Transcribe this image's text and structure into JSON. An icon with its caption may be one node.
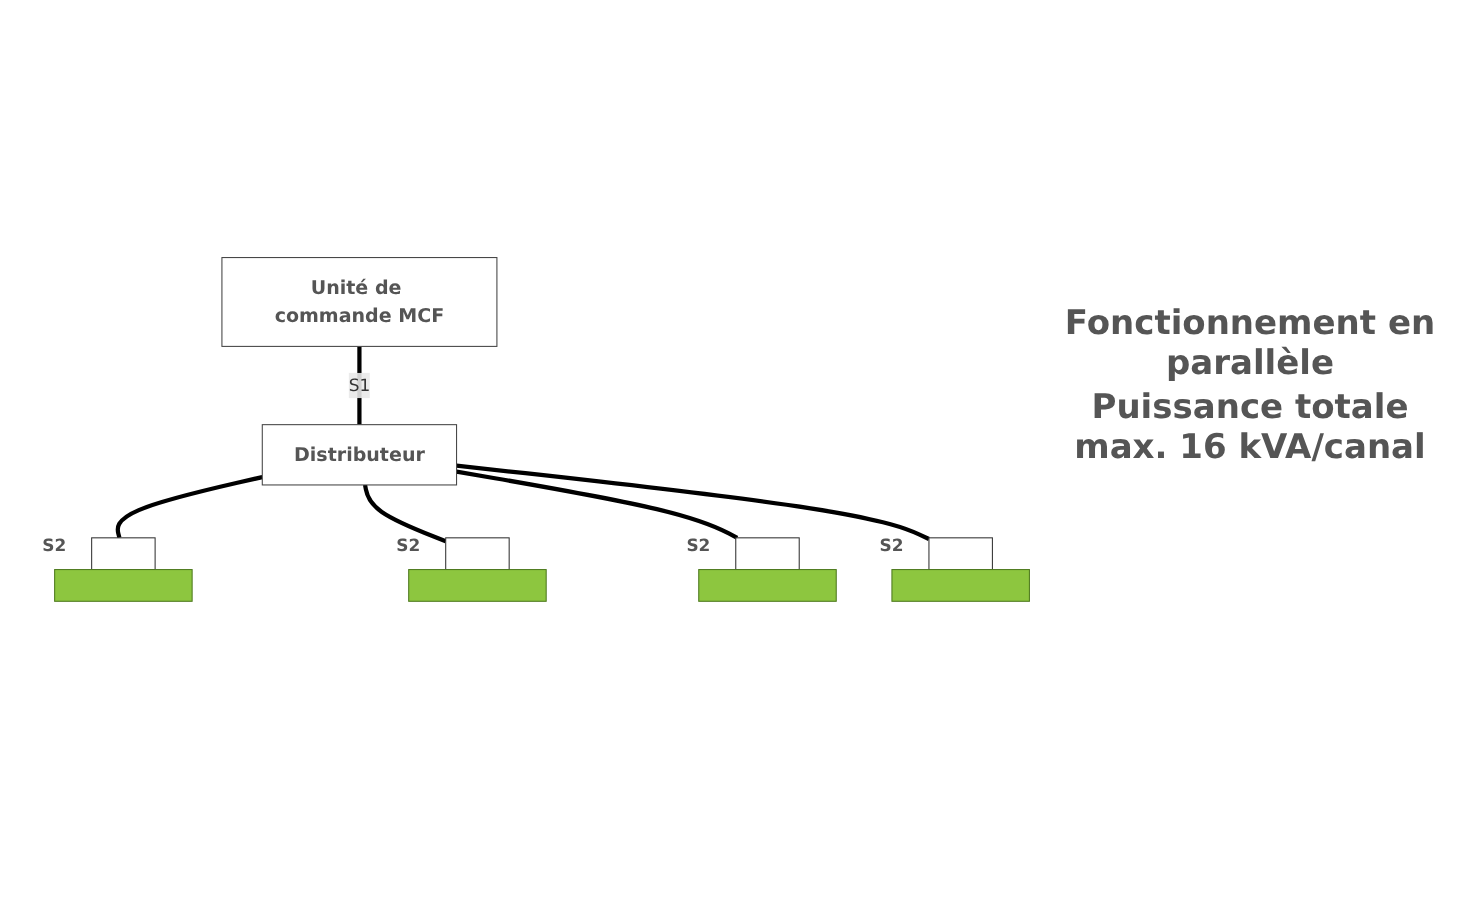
{
  "diagram": {
    "nodes": [
      {
        "text": [
          "Unité de commande MCF"
        ]
      },
      {
        "text": [
          "Distributeur"
        ]
      },
      {
        "text": [],
        "shape": "box",
        "beside": [
          "S2"
        ]
      },
      {
        "text": [],
        "shape": "box",
        "beside": [
          "S2"
        ]
      },
      {
        "text": [],
        "shape": "box",
        "beside": [
          "S2"
        ]
      },
      {
        "text": [],
        "shape": "box",
        "beside": [
          "S2"
        ]
      },
      {
        "text": [],
        "shape": "bar"
      },
      {
        "text": [],
        "shape": "bar"
      },
      {
        "text": [],
        "shape": "bar"
      },
      {
        "text": [],
        "shape": "bar"
      }
    ],
    "edges": [
      {
        "from": 0,
        "to": 1,
        "arrow": "none",
        "label": "S1"
      },
      {
        "from": 1,
        "to": 2,
        "arrow": "none"
      },
      {
        "from": 1,
        "to": 3,
        "arrow": "none"
      },
      {
        "from": 1,
        "to": 4,
        "arrow": "none"
      },
      {
        "from": 1,
        "to": 5,
        "arrow": "none"
      }
    ],
    "labels": [
      "Fonctionnement en parallèle",
      "Puissance totale max. 16 kVA/canal"
    ]
  }
}
